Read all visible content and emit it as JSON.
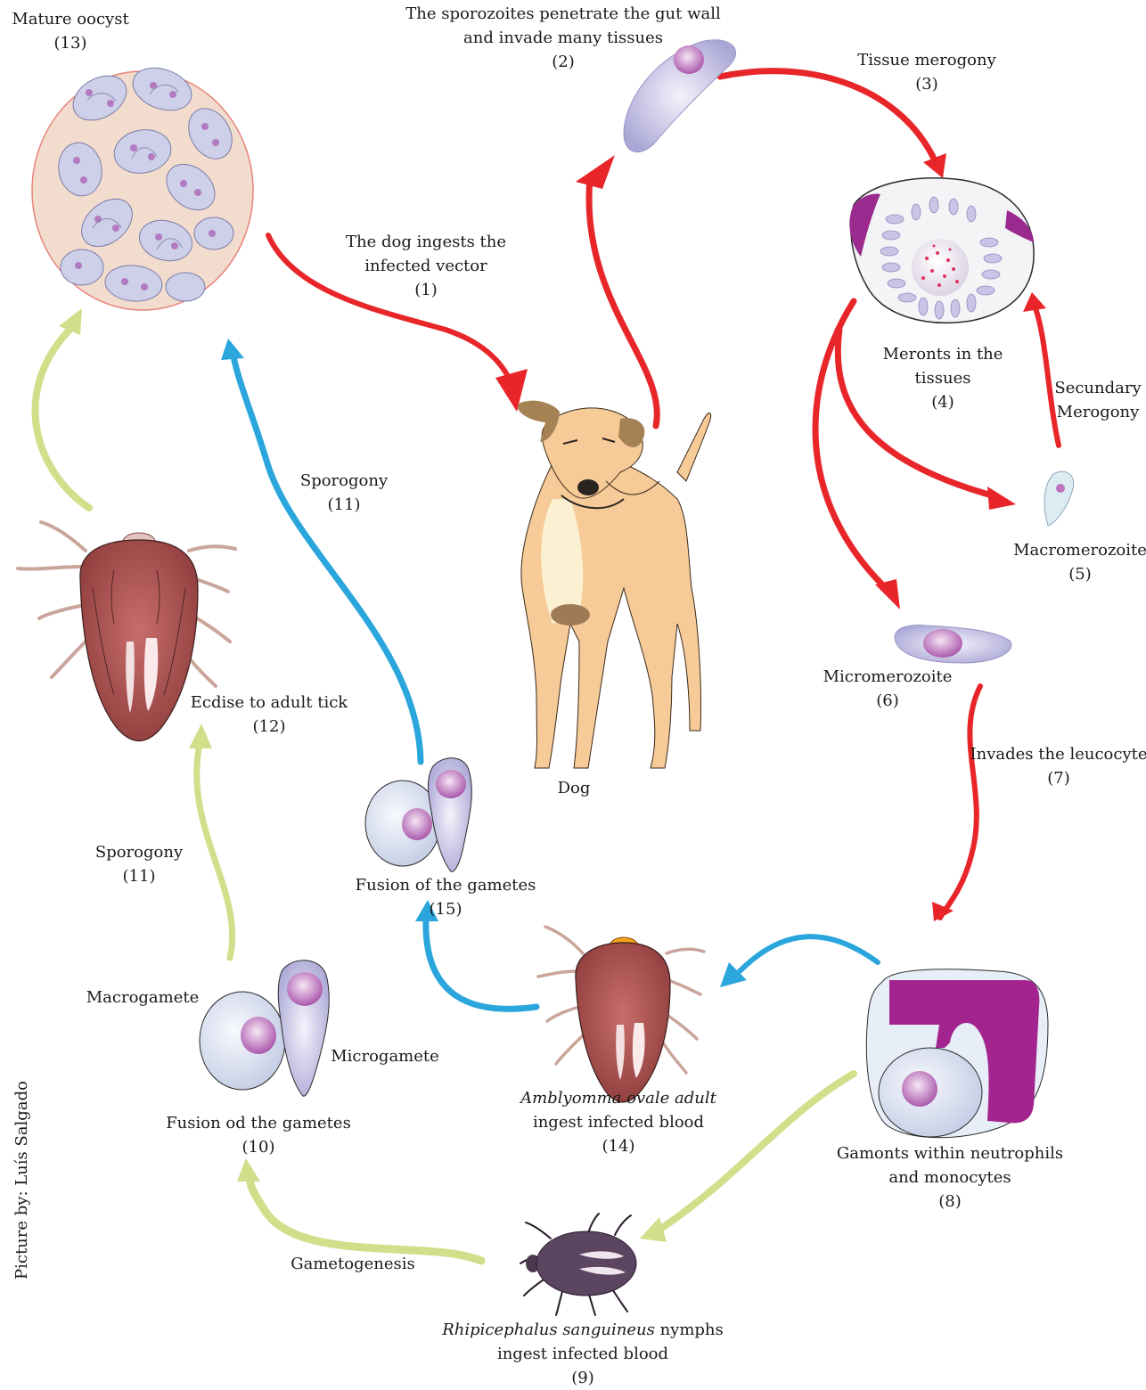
{
  "colors": {
    "cycle_red": "#e8262a",
    "vector_blue": "#2aa6dc",
    "tick_green": "#cfdf8a",
    "parasite_lilac": "#c7c3e4",
    "nucleus_pink": "#c071c0",
    "tick_body": "#b35a5a",
    "dog_coat": "#f6cb98",
    "nymph": "#5b4561",
    "gamont_purple": "#a3238f"
  },
  "labels": {
    "l1": {
      "a": "The dog ingests the",
      "b": "infected vector",
      "c": "(1)"
    },
    "l2": {
      "a": "The sporozoites penetrate the gut wall",
      "b": "and invade many tissues",
      "c": "(2)"
    },
    "l3": {
      "a": "Tissue merogony",
      "b": "(3)"
    },
    "l4": {
      "a": "Meronts in the",
      "b": "tissues",
      "c": "(4)"
    },
    "l5": {
      "a": "Macromerozoite",
      "b": "(5)"
    },
    "l6": {
      "a": "Micromerozoite",
      "b": "(6)"
    },
    "l7": {
      "a": "Invades the leucocyte",
      "b": "(7)"
    },
    "l8": {
      "a": "Gamonts within neutrophils",
      "b": "and monocytes",
      "c": "(8)"
    },
    "l9": {
      "a_it": "Rhipicephalus sanguineus",
      "a": " nymphs",
      "b": "ingest infected blood",
      "c": "(9)"
    },
    "l10": {
      "a": "Fusion od the gametes",
      "b": "(10)"
    },
    "l11a": {
      "a": "Sporogony",
      "b": "(11)"
    },
    "l11b": {
      "a": "Sporogony",
      "b": "(11)"
    },
    "l12": {
      "a": "Ecdise to adult tick",
      "b": "(12)"
    },
    "l13": {
      "a": "Mature oocyst",
      "b": "(13)"
    },
    "l14": {
      "a_it": "Amblyomma ovale adult",
      "b": "ingest infected blood",
      "c": "(14)"
    },
    "l15": {
      "a": "Fusion of the gametes",
      "b": "(15)"
    },
    "secundary": {
      "a": "Secundary",
      "b": "Merogony"
    },
    "macrogamete": "Macrogamete",
    "microgamete": "Microgamete",
    "gametogenesis": "Gametogenesis",
    "dog": "Dog",
    "credit": "Picture by: Luís Salgado"
  }
}
